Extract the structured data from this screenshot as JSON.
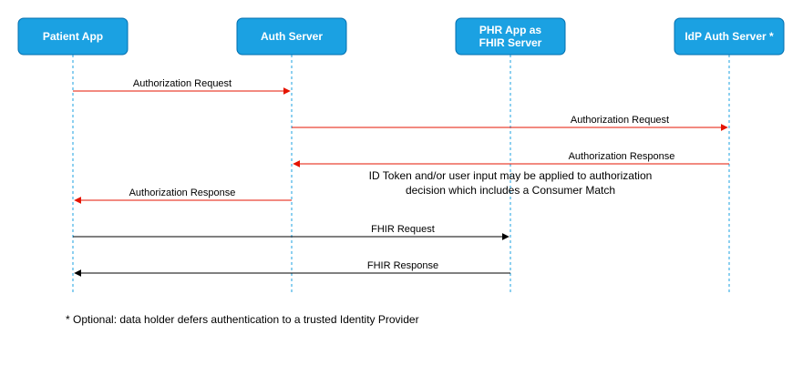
{
  "actors": {
    "patient_app": "Patient App",
    "auth_server": "Auth Server",
    "phr_app_line1": "PHR App as",
    "phr_app_line2": "FHIR Server",
    "idp_auth_server": "IdP Auth Server *"
  },
  "messages": {
    "m1": "Authorization Request",
    "m2": "Authorization Request",
    "m3": "Authorization Response",
    "m4": "Authorization Response",
    "m5": "FHIR Request",
    "m6": "FHIR Response"
  },
  "note": {
    "line1": "ID Token and/or user input may be applied to authorization",
    "line2": "decision which includes a Consumer Match"
  },
  "footnote": "* Optional: data holder defers authentication to a trusted Identity Provider",
  "colors": {
    "actor_fill": "#1ba1e2",
    "actor_stroke": "#006eaf",
    "auth_arrow": "#e51400",
    "fhir_arrow": "#000000"
  }
}
